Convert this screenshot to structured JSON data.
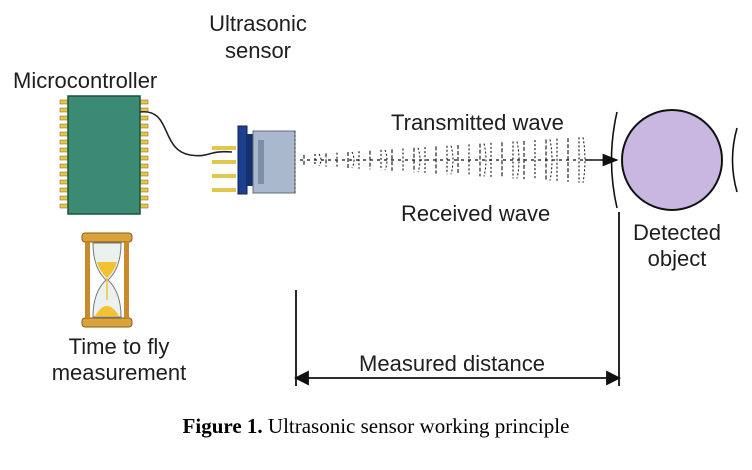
{
  "labels": {
    "sensor_line1": "Ultrasonic",
    "sensor_line2": "sensor",
    "microcontroller": "Microcontroller",
    "transmitted": "Transmitted wave",
    "received": "Received wave",
    "object_line1": "Detected",
    "object_line2": "object",
    "time_line1": "Time to fly",
    "time_line2": "measurement",
    "distance": "Measured distance"
  },
  "caption": {
    "prefix": "Figure 1.",
    "text": " Ultrasonic sensor working principle"
  },
  "colors": {
    "chip": "#3b8a74",
    "pins": "#e3c64b",
    "object": "#c9b7e2",
    "sensor_body": "#a9b8cc",
    "sensor_back": "#1c3f8e",
    "hourglass_frame": "#d9a23c",
    "sand": "#f2c230"
  },
  "icons": [
    "microcontroller-chip-icon",
    "ultrasonic-sensor-icon",
    "hourglass-icon",
    "detected-object-icon"
  ]
}
